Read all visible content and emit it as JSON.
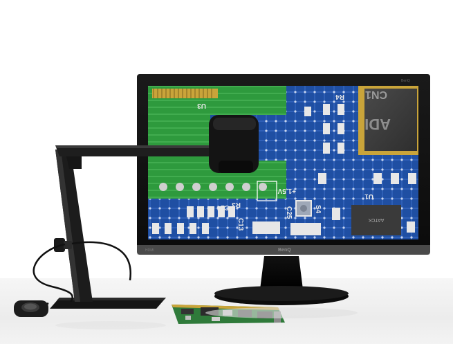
{
  "scene": {
    "title": "",
    "objects": [
      "digital-microscope-camera",
      "monitor",
      "pcb-board",
      "foot-pedal"
    ]
  },
  "monitor": {
    "brand": "BenQ",
    "hdmi_label": "HDMI",
    "top_label": "BenQ"
  },
  "pcb_screen": {
    "labels": [
      "CN1",
      "ADI",
      "U3",
      "R4",
      "C25",
      "C24",
      "C13",
      "S4",
      "U1",
      "R3",
      "+1.5V",
      "AATCK"
    ],
    "colors": {
      "blue": "#1f4fa3",
      "green": "#2e9a3d",
      "gold": "#c9a43a",
      "chip": "#3c3c3c"
    }
  }
}
